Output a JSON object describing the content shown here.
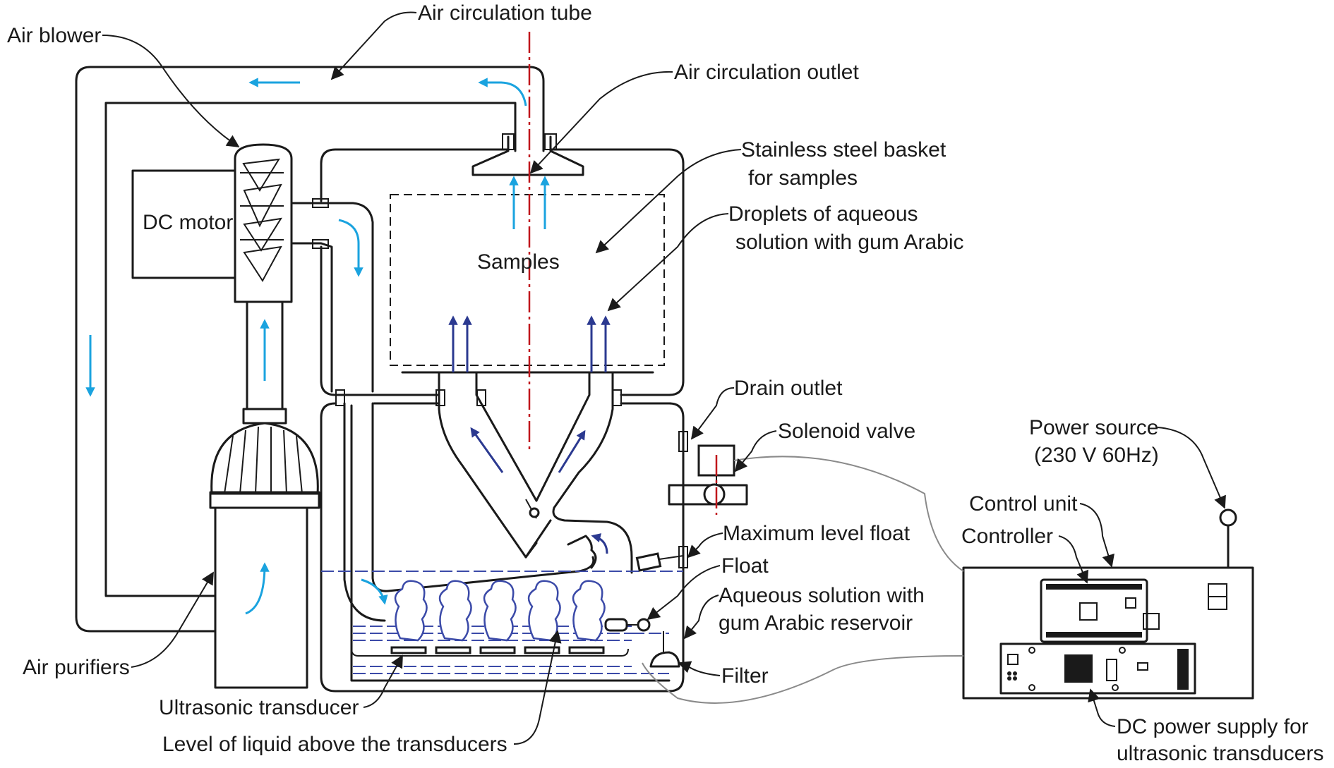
{
  "labels": {
    "air_circulation_tube": "Air circulation tube",
    "air_blower": "Air blower",
    "air_circulation_outlet": "Air circulation outlet",
    "basket_line1": "Stainless steel basket",
    "basket_line2": "for samples",
    "droplets_line1": "Droplets of aqueous",
    "droplets_line2": "solution with gum Arabic",
    "dc_motor": "DC motor",
    "samples": "Samples",
    "drain_outlet": "Drain outlet",
    "solenoid_valve": "Solenoid valve",
    "power_line1": "Power source",
    "power_line2": "(230 V 60Hz)",
    "control_unit": "Control unit",
    "controller": "Controller",
    "max_level_float": "Maximum level float",
    "float": "Float",
    "reservoir_line1": "Aqueous solution with",
    "reservoir_line2": "gum Arabic reservoir",
    "filter": "Filter",
    "air_purifiers": "Air purifiers",
    "ultrasonic_transducer": "Ultrasonic transducer",
    "level_liquid": "Level of liquid above the transducers",
    "dc_supply_line1": "DC power supply for",
    "dc_supply_line2": "ultrasonic transducers"
  },
  "colors": {
    "air_flow_arrow": "#1aa3df",
    "mist_arrow": "#2b3990",
    "center_line": "#c0161b",
    "water_line": "#3b4aa8",
    "wire": "#8a8a8a"
  }
}
